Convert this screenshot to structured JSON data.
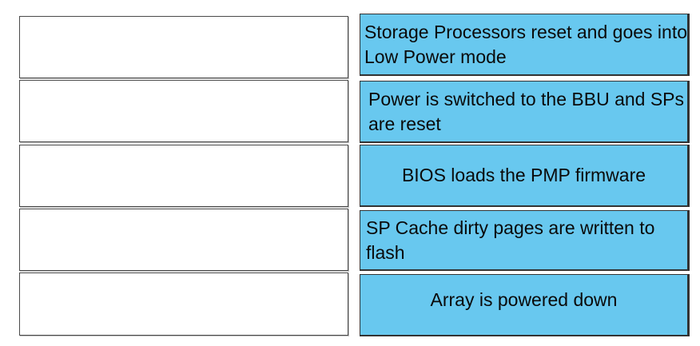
{
  "targets": [
    {
      "value": ""
    },
    {
      "value": ""
    },
    {
      "value": ""
    },
    {
      "value": ""
    },
    {
      "value": ""
    }
  ],
  "items": [
    {
      "label": "Storage Processors reset and goes into Low Power mode"
    },
    {
      "label": "Power is switched to the BBU and SPs are reset"
    },
    {
      "label": "BIOS loads the PMP firmware"
    },
    {
      "label": "SP Cache dirty pages are written to flash"
    },
    {
      "label": "Array is powered down"
    }
  ],
  "colors": {
    "item_background": "#68c8ef",
    "target_background": "#ffffff",
    "border": "#333333"
  }
}
